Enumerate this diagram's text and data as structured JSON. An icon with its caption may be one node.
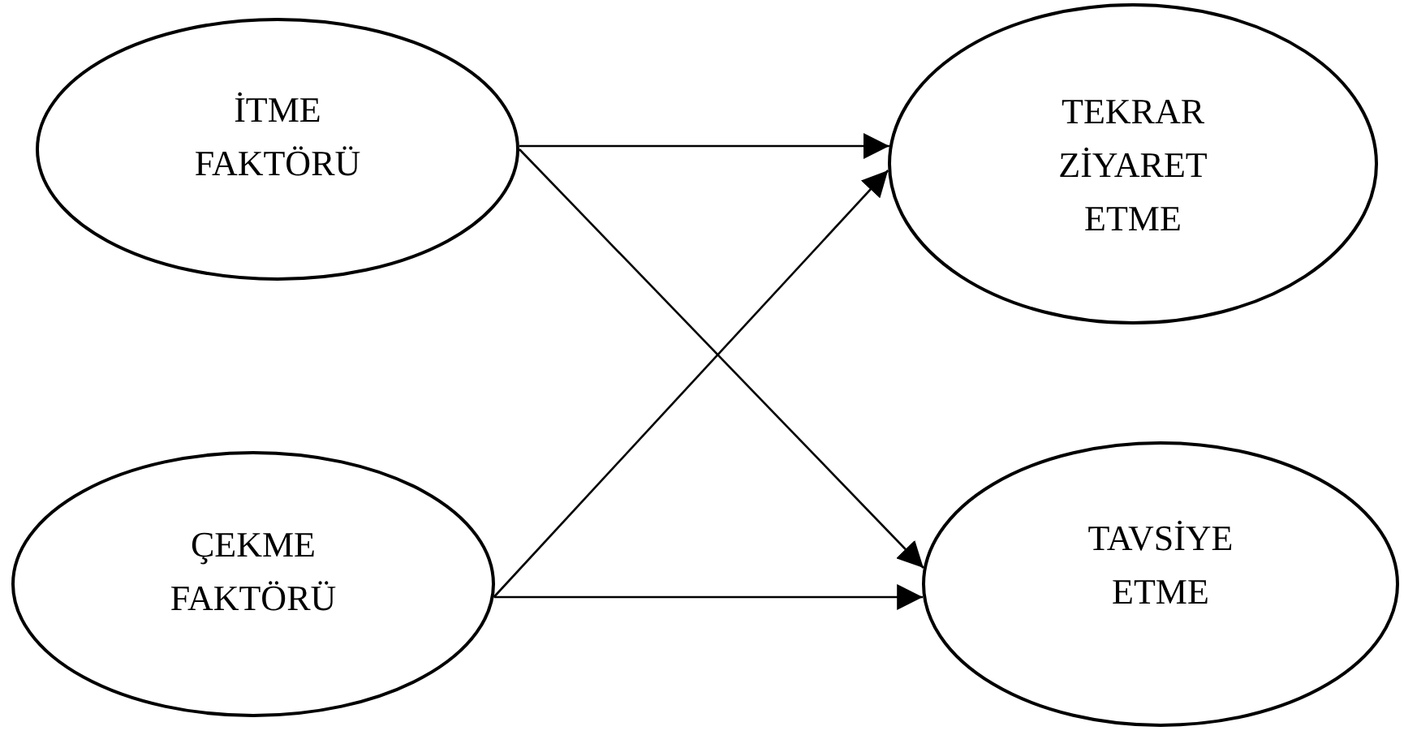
{
  "diagram": {
    "nodes": [
      {
        "text": [
          "İTME FAKTÖRÜ"
        ]
      },
      {
        "text": [
          "TEKRAR ZİYARET ETME"
        ]
      },
      {
        "text": [
          "ÇEKME FAKTÖRÜ"
        ]
      },
      {
        "text": [
          "TAVSİYE ETME"
        ]
      }
    ],
    "edges": [
      {
        "from": 0,
        "to": 1,
        "arrow": "to"
      },
      {
        "from": 0,
        "to": 3,
        "arrow": "to"
      },
      {
        "from": 2,
        "to": 1,
        "arrow": "to"
      },
      {
        "from": 2,
        "to": 3,
        "arrow": "to"
      }
    ]
  }
}
